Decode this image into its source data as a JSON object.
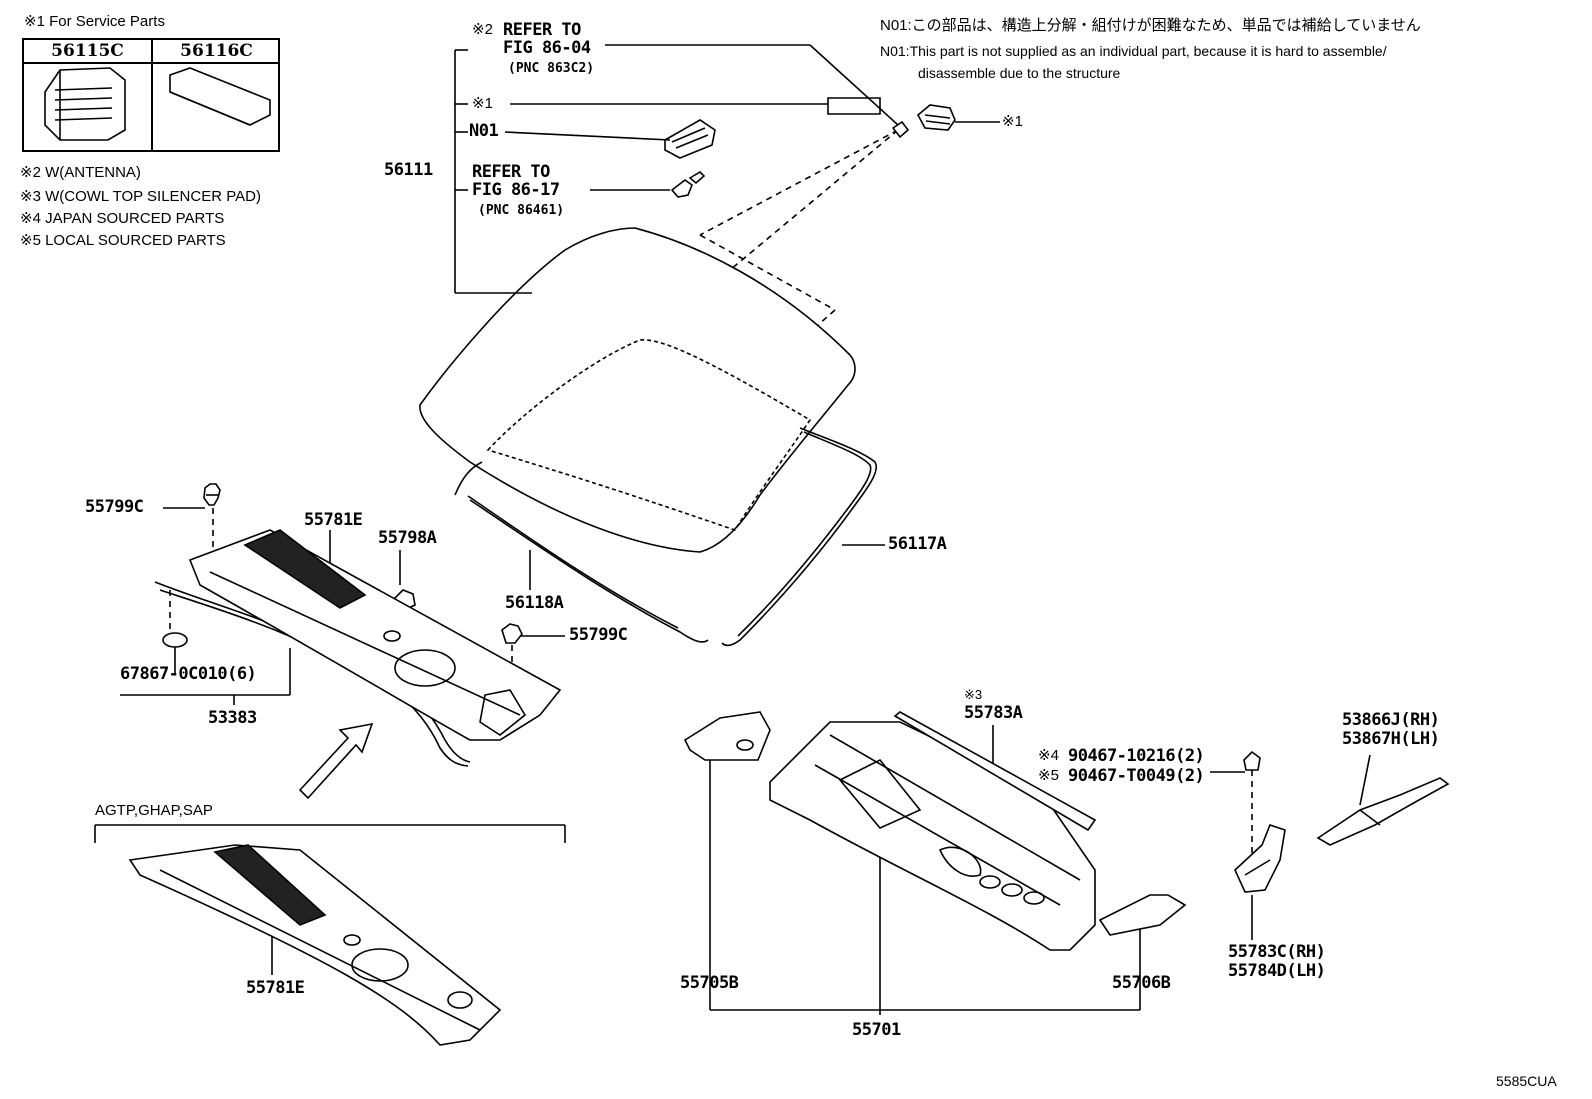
{
  "service_parts": {
    "title": "※1 For Service Parts",
    "cols": [
      "56115C",
      "56116C"
    ]
  },
  "notes": [
    "※2 W(ANTENNA)",
    "※3 W(COWL TOP SILENCER PAD)",
    "※4 JAPAN SOURCED PARTS",
    "※5 LOCAL SOURCED PARTS"
  ],
  "n01_notes": {
    "jp": "N01:この部品は、構造上分解・組付けが困難なため、単品では補給していません",
    "en_line1": "N01:This part is not supplied as an individual part, because it is hard to assemble/",
    "en_line2": "disassemble due to the structure"
  },
  "refs": {
    "ref1_mark": "※2",
    "ref1_line1": "REFER TO",
    "ref1_line2": "FIG 86-04",
    "ref1_pnc": "(PNC 863C2)",
    "ref2_line1": "REFER TO",
    "ref2_line2": "FIG 86-17",
    "ref2_pnc": "(PNC 86461)"
  },
  "labels": {
    "mark1_a": "※1",
    "mark1_b": "※1",
    "n01": "N01",
    "p56111": "56111",
    "p56117A": "56117A",
    "p56118A": "56118A",
    "p55799C_a": "55799C",
    "p55799C_b": "55799C",
    "p55781E_a": "55781E",
    "p55798A": "55798A",
    "p67867": "67867-0C010(6)",
    "p53383": "53383",
    "variant": "AGTP,GHAP,SAP",
    "p55781E_b": "55781E",
    "mark3": "※3",
    "p55783A": "55783A",
    "mark4": "※4",
    "p90467_a": "90467-10216(2)",
    "mark5": "※5",
    "p90467_b": "90467-T0049(2)",
    "p53866": "53866J(RH)",
    "p53867": "53867H(LH)",
    "p55705B": "55705B",
    "p55706B": "55706B",
    "p55783C": "55783C(RH)",
    "p55784D": "55784D(LH)",
    "p55701": "55701",
    "code": "5585CUA"
  }
}
